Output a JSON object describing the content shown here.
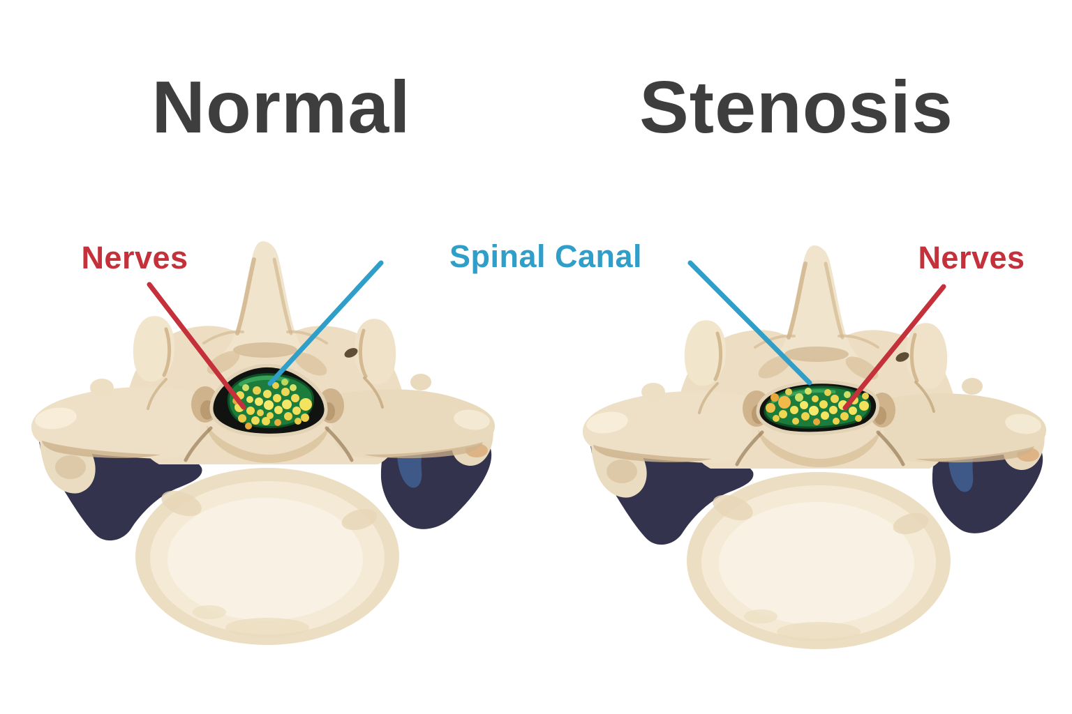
{
  "figure": {
    "type": "medical-anatomy-comparison",
    "subject": "Spinal stenosis vertebra cross-section comparison",
    "panels": [
      {
        "title": "Normal"
      },
      {
        "title": "Stenosis"
      }
    ],
    "labels": {
      "nerves_left": "Nerves",
      "spinal_canal": "Spinal Canal",
      "nerves_right": "Nerves"
    },
    "colors": {
      "background": "#ffffff",
      "title": "#3e3e3e",
      "nerves_label": "#c4313b",
      "spinal_canal_label": "#2f9ec8",
      "bone_light": "#f4e9d3",
      "bone_mid": "#eddec3",
      "bone_shade": "#d5bc96",
      "shadow_navy": "#34334d",
      "shadow_blue": "#3f5c8b",
      "canal_black": "#101310",
      "dural_sac_green": "#1c7c3b",
      "nerve_yellow": "#f2e160"
    }
  }
}
